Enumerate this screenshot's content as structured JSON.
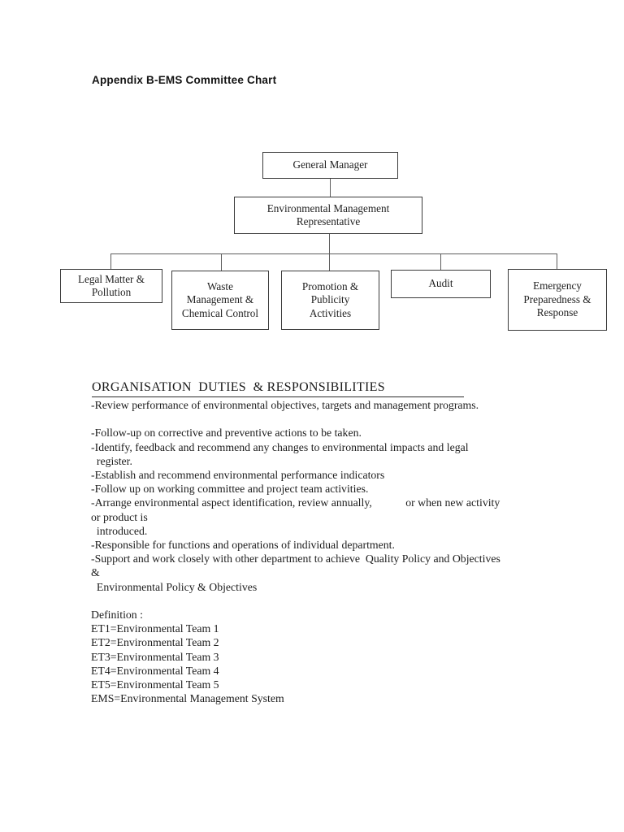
{
  "page": {
    "title": "Appendix B-EMS Committee Chart"
  },
  "chart": {
    "nodes": {
      "general_manager": "General Manager",
      "emr": "Environmental Management\nRepresentative",
      "legal": "Legal Matter &\nPollution",
      "waste": "Waste\nManagement &\nChemical Control",
      "promotion": "Promotion &\nPublicity\nActivities",
      "audit": "Audit",
      "emergency": "Emergency\nPreparedness &\nResponse"
    }
  },
  "duties": {
    "heading": "ORGANISATION  DUTIES  & RESPONSIBILITIES",
    "lines": [
      "-Review performance of environmental objectives, targets and management programs.",
      "",
      "-Follow-up on corrective and preventive actions to be taken.",
      "-Identify, feedback and recommend any changes to environmental impacts and legal",
      "  register.",
      "-Establish and recommend environmental performance indicators",
      "-Follow up on working committee and project team activities.",
      "-Arrange environmental aspect identification, review annually,            or when new activity",
      "or product is",
      "  introduced.",
      "-Responsible for functions and operations of individual department.",
      "-Support and work closely with other department to achieve  Quality Policy and Objectives",
      "&",
      "  Environmental Policy & Objectives"
    ]
  },
  "definitions": {
    "lines": [
      "Definition :",
      "ET1=Environmental Team 1",
      "ET2=Environmental Team 2",
      "ET3=Environmental Team 3",
      "ET4=Environmental Team 4",
      "ET5=Environmental Team 5",
      "EMS=Environmental Management System"
    ]
  }
}
